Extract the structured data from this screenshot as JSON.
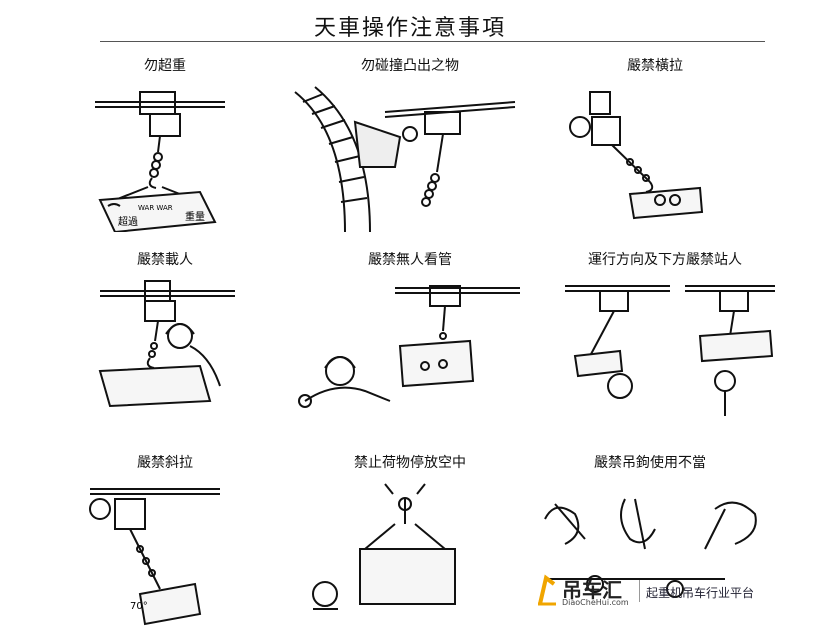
{
  "page": {
    "title": "天車操作注意事項"
  },
  "panels": [
    {
      "caption": "勿超重",
      "labels": [
        "超過",
        "WAR WAR",
        "重量"
      ]
    },
    {
      "caption": "勿碰撞凸出之物"
    },
    {
      "caption": "嚴禁橫拉"
    },
    {
      "caption": "嚴禁載人"
    },
    {
      "caption": "嚴禁無人看管"
    },
    {
      "caption": "運行方向及下方嚴禁站人"
    },
    {
      "caption": "嚴禁斜拉",
      "labels": [
        "70°"
      ]
    },
    {
      "caption": "禁止荷物停放空中"
    },
    {
      "caption": "嚴禁吊鉤使用不當"
    }
  ],
  "watermark": {
    "brand": "吊车汇",
    "url": "DiaoCheHui.com",
    "slogan": "起重机吊车行业平台",
    "accent_color": "#f0a500"
  }
}
